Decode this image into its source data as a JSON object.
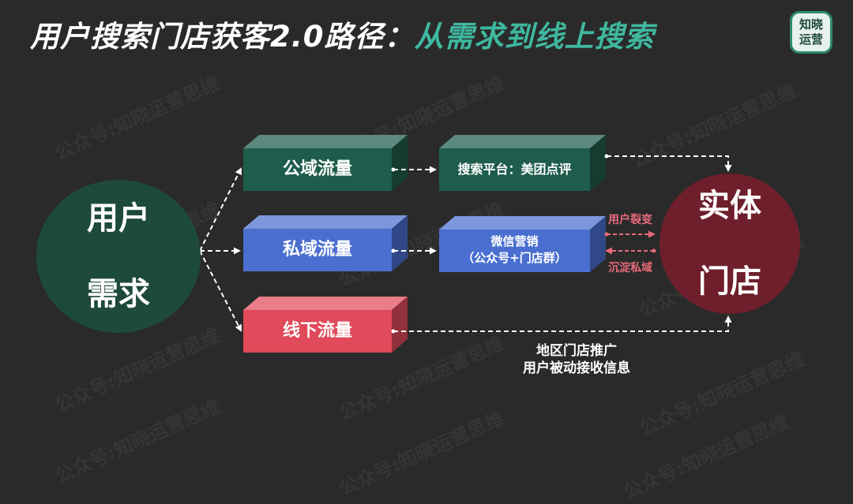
{
  "title": {
    "main": "用户搜索门店获客2.0路径：",
    "accent": "从需求到线上搜索"
  },
  "logo": {
    "line1": "知晓",
    "line2": "运营"
  },
  "watermark": "公众号:知晓运营思维",
  "nodes": {
    "user": {
      "line1": "用户",
      "line2": "需求"
    },
    "store": {
      "line1": "实体",
      "line2": "门店"
    }
  },
  "channels": {
    "public": {
      "label": "公域流量",
      "color": "#1e5c4c"
    },
    "private": {
      "label": "私域流量",
      "color": "#4a6fd0"
    },
    "offline": {
      "label": "线下流量",
      "color": "#e04a5a"
    }
  },
  "platforms": {
    "search": {
      "label": "搜索平台：美团点评",
      "color": "#1e5c4c"
    },
    "wechat": {
      "line1": "微信营销",
      "line2": "（公众号+门店群）",
      "color": "#4a6fd0"
    }
  },
  "flows": {
    "fission": "用户裂变",
    "retention": "沉淀私域",
    "offline_line1": "地区门店推广",
    "offline_line2": "用户被动接收信息"
  },
  "colors": {
    "accent": "#3fb8a0",
    "pink": "#e86a7a",
    "background": "#2a2a2a"
  }
}
